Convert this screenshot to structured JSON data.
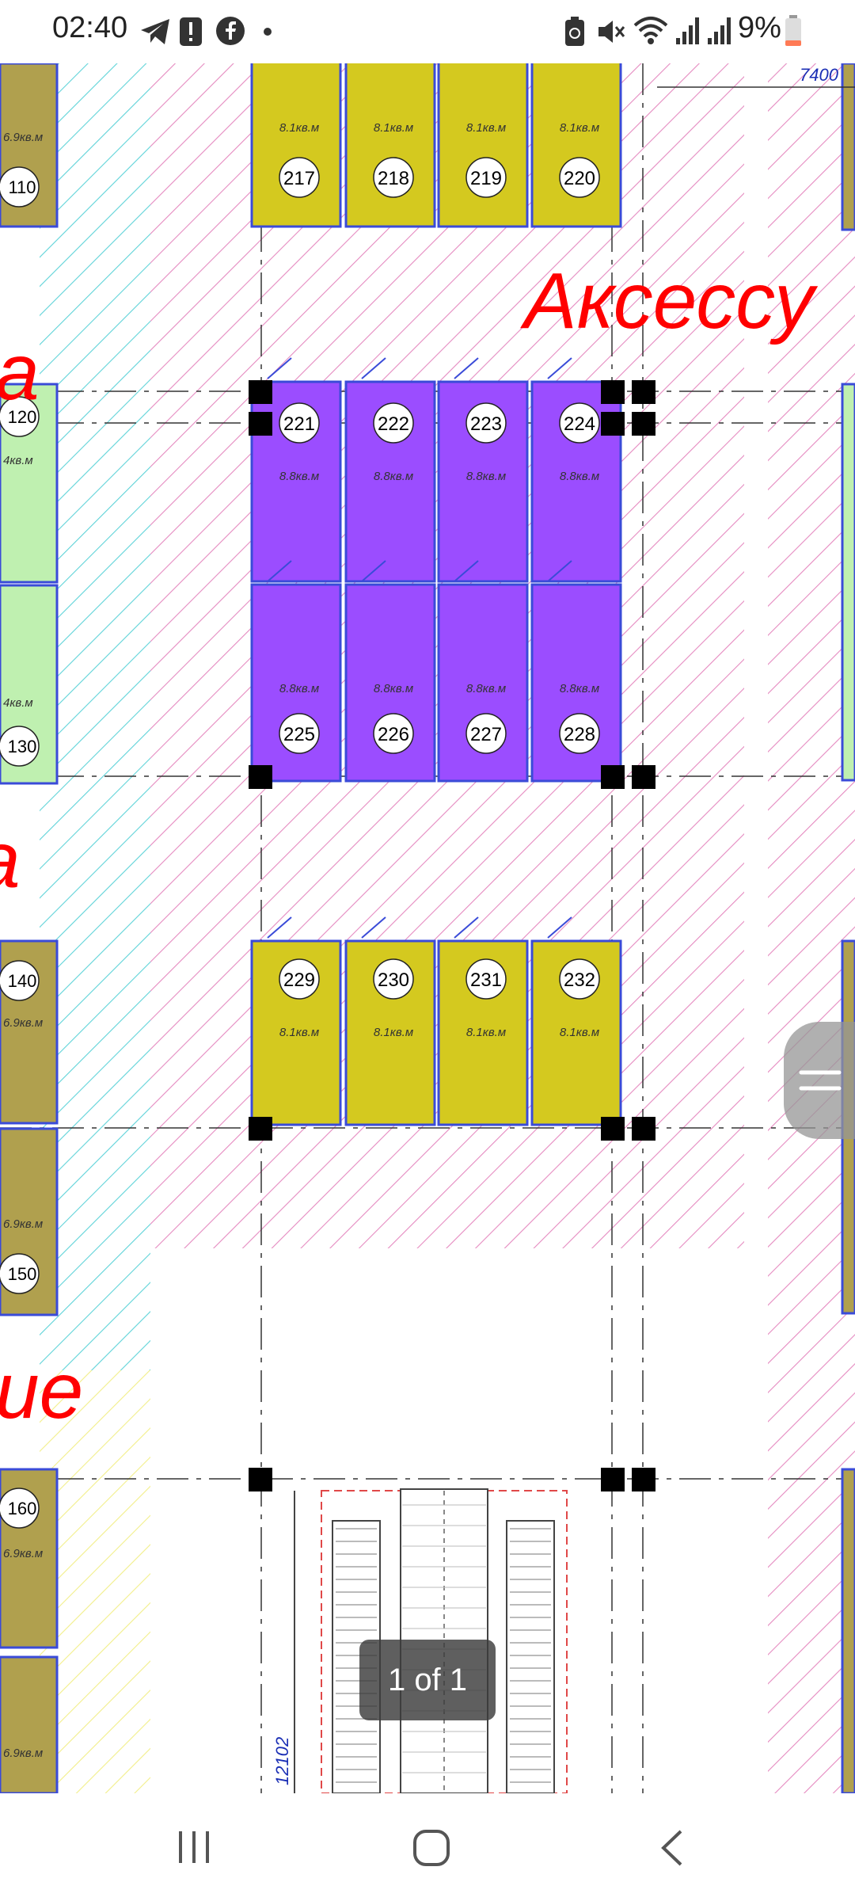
{
  "status_bar": {
    "time": "02:40",
    "battery_percent": "9%",
    "icons": [
      "telegram-icon",
      "alert-icon",
      "facebook-icon",
      "dot-icon",
      "battery-saver-icon",
      "mute-icon",
      "wifi-icon",
      "signal-icon",
      "signal-icon",
      "battery-icon"
    ]
  },
  "plan": {
    "labels": {
      "aksessuary": "Аксессу",
      "left_a1": "а",
      "left_a2": "а",
      "left_ie": "ие",
      "dim_top": "7400",
      "dim_left": "12102"
    },
    "area_olive": "8.1кв.м",
    "area_purple": "8.8кв.м",
    "area_left": "6.9кв.м",
    "area_left_green": "4кв.м",
    "units_top": [
      "217",
      "218",
      "219",
      "220"
    ],
    "units_purple_top": [
      "221",
      "222",
      "223",
      "224"
    ],
    "units_purple_bottom": [
      "225",
      "226",
      "227",
      "228"
    ],
    "units_bottom": [
      "229",
      "230",
      "231",
      "232"
    ],
    "units_left": [
      "110",
      "120",
      "130",
      "140",
      "150",
      "160"
    ],
    "colors": {
      "olive": "#d4c91f",
      "purple": "#9b4dff",
      "green": "#bff0b0",
      "brown": "#b0a04e",
      "red_text": "#ff0000",
      "pink_hatch": "#e58ac0",
      "cyan_hatch": "#5fd3d8"
    }
  },
  "viewer": {
    "page_indicator": "1 of 1"
  },
  "nav_bar": {
    "recent": "recent-apps-icon",
    "home": "home-icon",
    "back": "back-icon"
  }
}
